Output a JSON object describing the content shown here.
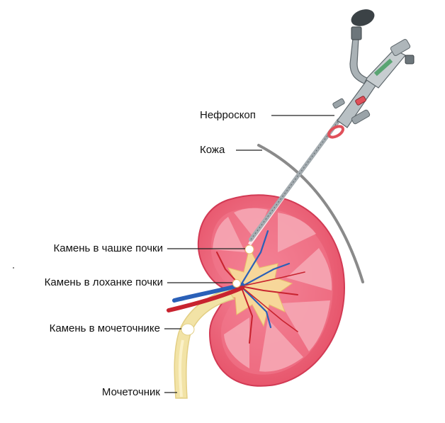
{
  "labels": {
    "nephroscope": "Нефроскоп",
    "skin": "Кожа",
    "calyx_stone": "Камень в чашке почки",
    "pelvis_stone": "Камень в лоханке почки",
    "ureter_stone": "Камень в мочеточнике",
    "ureter": "Мочеточник"
  },
  "colors": {
    "kidney_outer": "#e4485f",
    "kidney_inner": "#f37a8e",
    "kidney_pyramid": "#f6a7b4",
    "pelvis": "#f7d79a",
    "ureter": "#f2e3a6",
    "artery": "#c8232f",
    "vein": "#2a60b8",
    "skin": "#8a8a8a",
    "scope_metal": "#9aa3a8",
    "scope_dark": "#3b4246",
    "scope_accent_red": "#e0505a",
    "scope_accent_green": "#3d9a5a",
    "leader": "#222222"
  }
}
